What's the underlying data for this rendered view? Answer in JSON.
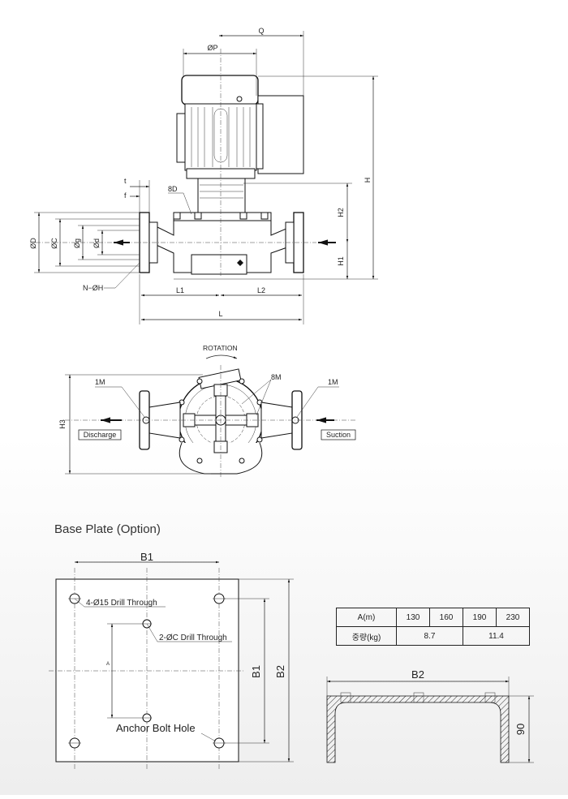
{
  "pump_view": {
    "dims": {
      "Q": "Q",
      "P": "ØP",
      "H": "H",
      "H1": "H1",
      "H2": "H2",
      "t": "t",
      "f": "f",
      "bolt": "8D",
      "D": "ØD",
      "C": "ØC",
      "g": "Øg",
      "d": "Ød",
      "holes": "N−ØH",
      "L1": "L1",
      "L2": "L2",
      "L": "L"
    }
  },
  "top_view": {
    "rotation": "ROTATION",
    "bolt_main": "8M",
    "port_left": "1M",
    "port_right": "1M",
    "discharge": "Discharge",
    "suction": "Suction",
    "h3": "H3"
  },
  "base_plate": {
    "title": "Base Plate (Option)",
    "b1_top": "B1",
    "b1_side": "B1",
    "b2_side": "B2",
    "drill_four": "4-Ø15 Drill Through",
    "drill_two": "2-ØC Drill Through",
    "a_label": "A",
    "anchor": "Anchor Bolt Hole",
    "section_b2": "B2",
    "section_90": "90"
  },
  "spec_table": {
    "row1_label": "A(m)",
    "a_values": [
      "130",
      "160",
      "190",
      "230"
    ],
    "row2_label": "중량(kg)",
    "weights": [
      "8.7",
      "11.4"
    ]
  }
}
